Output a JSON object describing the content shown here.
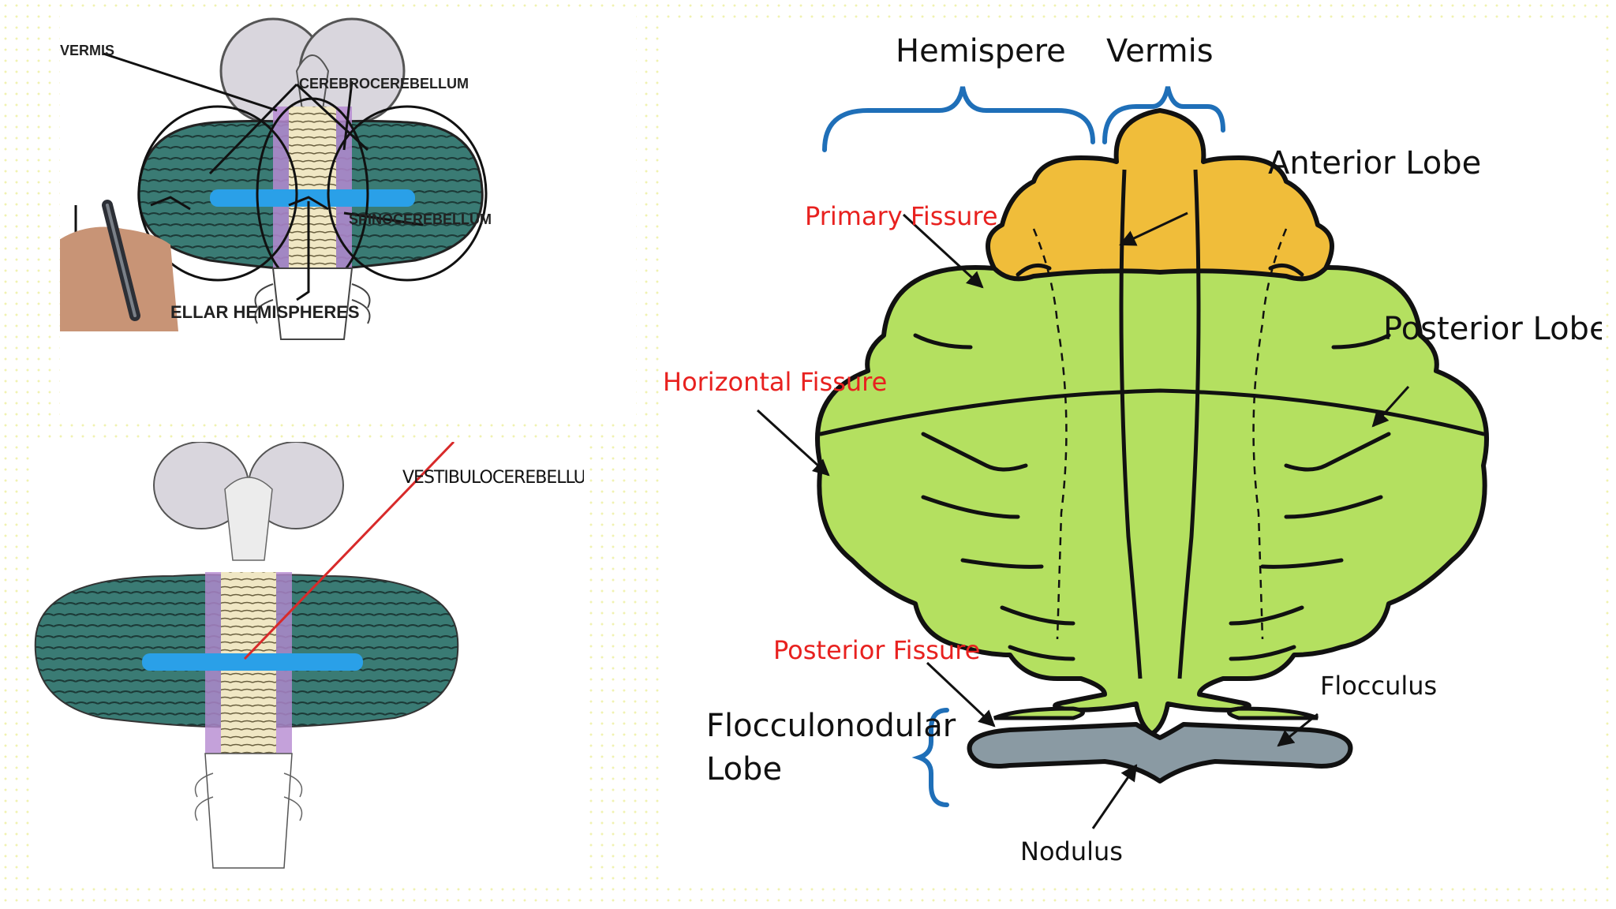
{
  "top_left_panel": {
    "labels": {
      "vermis": "VERMIS",
      "cerebrocerebellum": "CEREBROCEREBELLUM",
      "spinocerebellum": "SPINOCEREBELLUM",
      "cerebellar_hemispheres": "ELLAR HEMISPHERES"
    }
  },
  "bottom_left_panel": {
    "labels": {
      "vestibulocerebellum": "VESTIBULOCEREBELLUM"
    }
  },
  "right_panel": {
    "top_labels": {
      "hemisphere": "Hemispere",
      "vermis": "Vermis"
    },
    "lobe_labels": {
      "anterior": "Anterior Lobe",
      "posterior": "Posterior Lobe",
      "flocculonodular_line1": "Flocculonodular",
      "flocculonodular_line2": "Lobe",
      "flocculus": "Flocculus",
      "nodulus": "Nodulus"
    },
    "fissure_labels": {
      "primary": "Primary Fissure",
      "horizontal": "Horizontal Fissure",
      "posterior": "Posterior Fissure"
    },
    "colors": {
      "anterior_lobe": "#f0bd3a",
      "posterior_lobe": "#b4e060",
      "flocculonodular": "#8a9aa3",
      "brace": "#1f6fb8",
      "fissure_text": "#e8211f"
    }
  }
}
